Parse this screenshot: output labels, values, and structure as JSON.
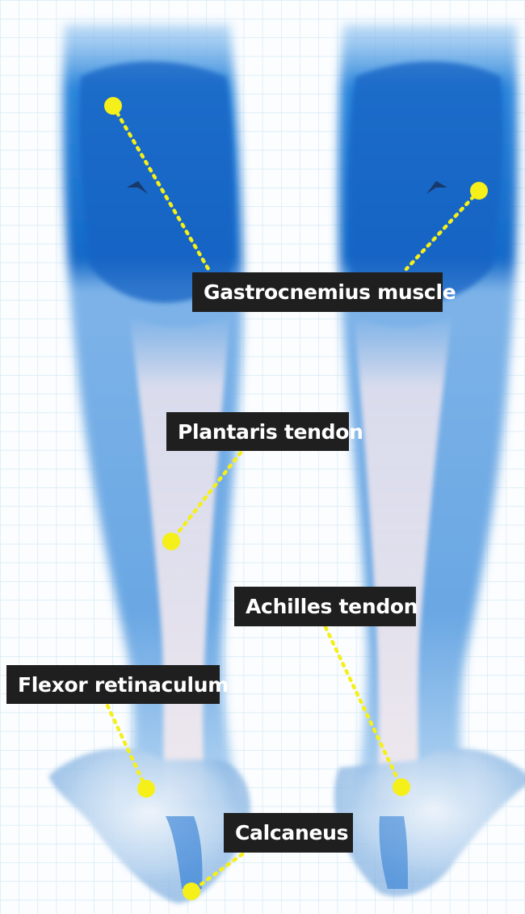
{
  "labels": {
    "gastrocnemius": "Gastrocnemius muscle",
    "plantaris": "Plantaris tendon",
    "achilles": "Achilles tendon",
    "flexor": "Flexor retinaculum",
    "calcaneus": "Calcaneus"
  },
  "colors": {
    "grid": "#cfe8f2",
    "muscle_dark": "#1a6fd0",
    "muscle_light": "#7fb4ea",
    "tendon": "#d8cfe0",
    "marker": "#f5ef1a",
    "label_bg": "#1f1f1f",
    "label_text": "#ffffff"
  }
}
